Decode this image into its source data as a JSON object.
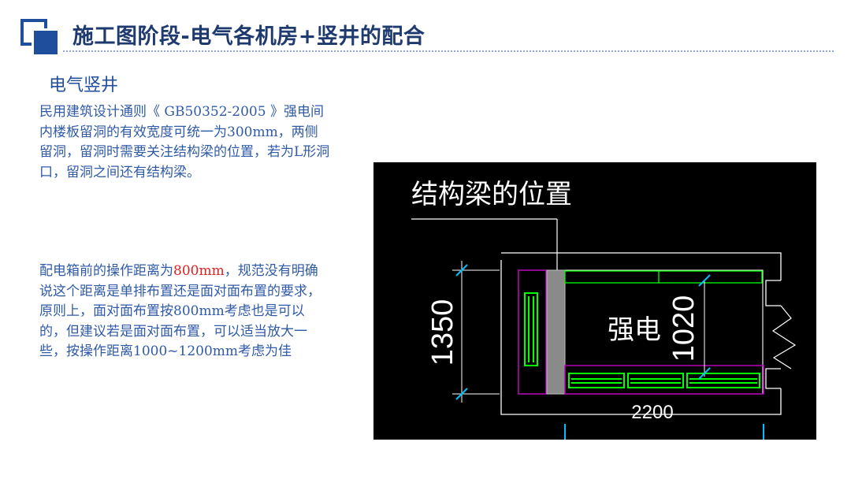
{
  "header": {
    "title": "施工图阶段-电气各机房+竖井的配合",
    "accent_color": "#1f4e9c"
  },
  "section": {
    "title": "电气竖井"
  },
  "paragraph1": {
    "text": "民用建筑设计通则《 GB50352-2005 》强电间内楼板留洞的有效宽度可统一为300mm，两侧留洞，留洞时需要关注结构梁的位置，若为L形洞口，留洞之间还有结构梁。"
  },
  "paragraph2": {
    "before": "配电箱前的操作距离为",
    "highlight": "800mm",
    "after": "，规范没有明确说这个距离是单排布置还是面对面布置的要求，原则上，面对面布置按800mm考虑也是可以的，但建议若是面对面布置，可以适当放大一些，按操作距离1000~1200mm考虑为佳",
    "highlight_color": "#e02020"
  },
  "drawing": {
    "label_beam": "结构梁的位置",
    "label_room": "强电",
    "dim_height": "1350",
    "dim_inner": "1020",
    "dim_width": "2200",
    "line_color": "#00ff00",
    "wall_color": "#ffffff",
    "dim_color": "#00bfff",
    "cabinet_outline_color": "#c000c0"
  }
}
